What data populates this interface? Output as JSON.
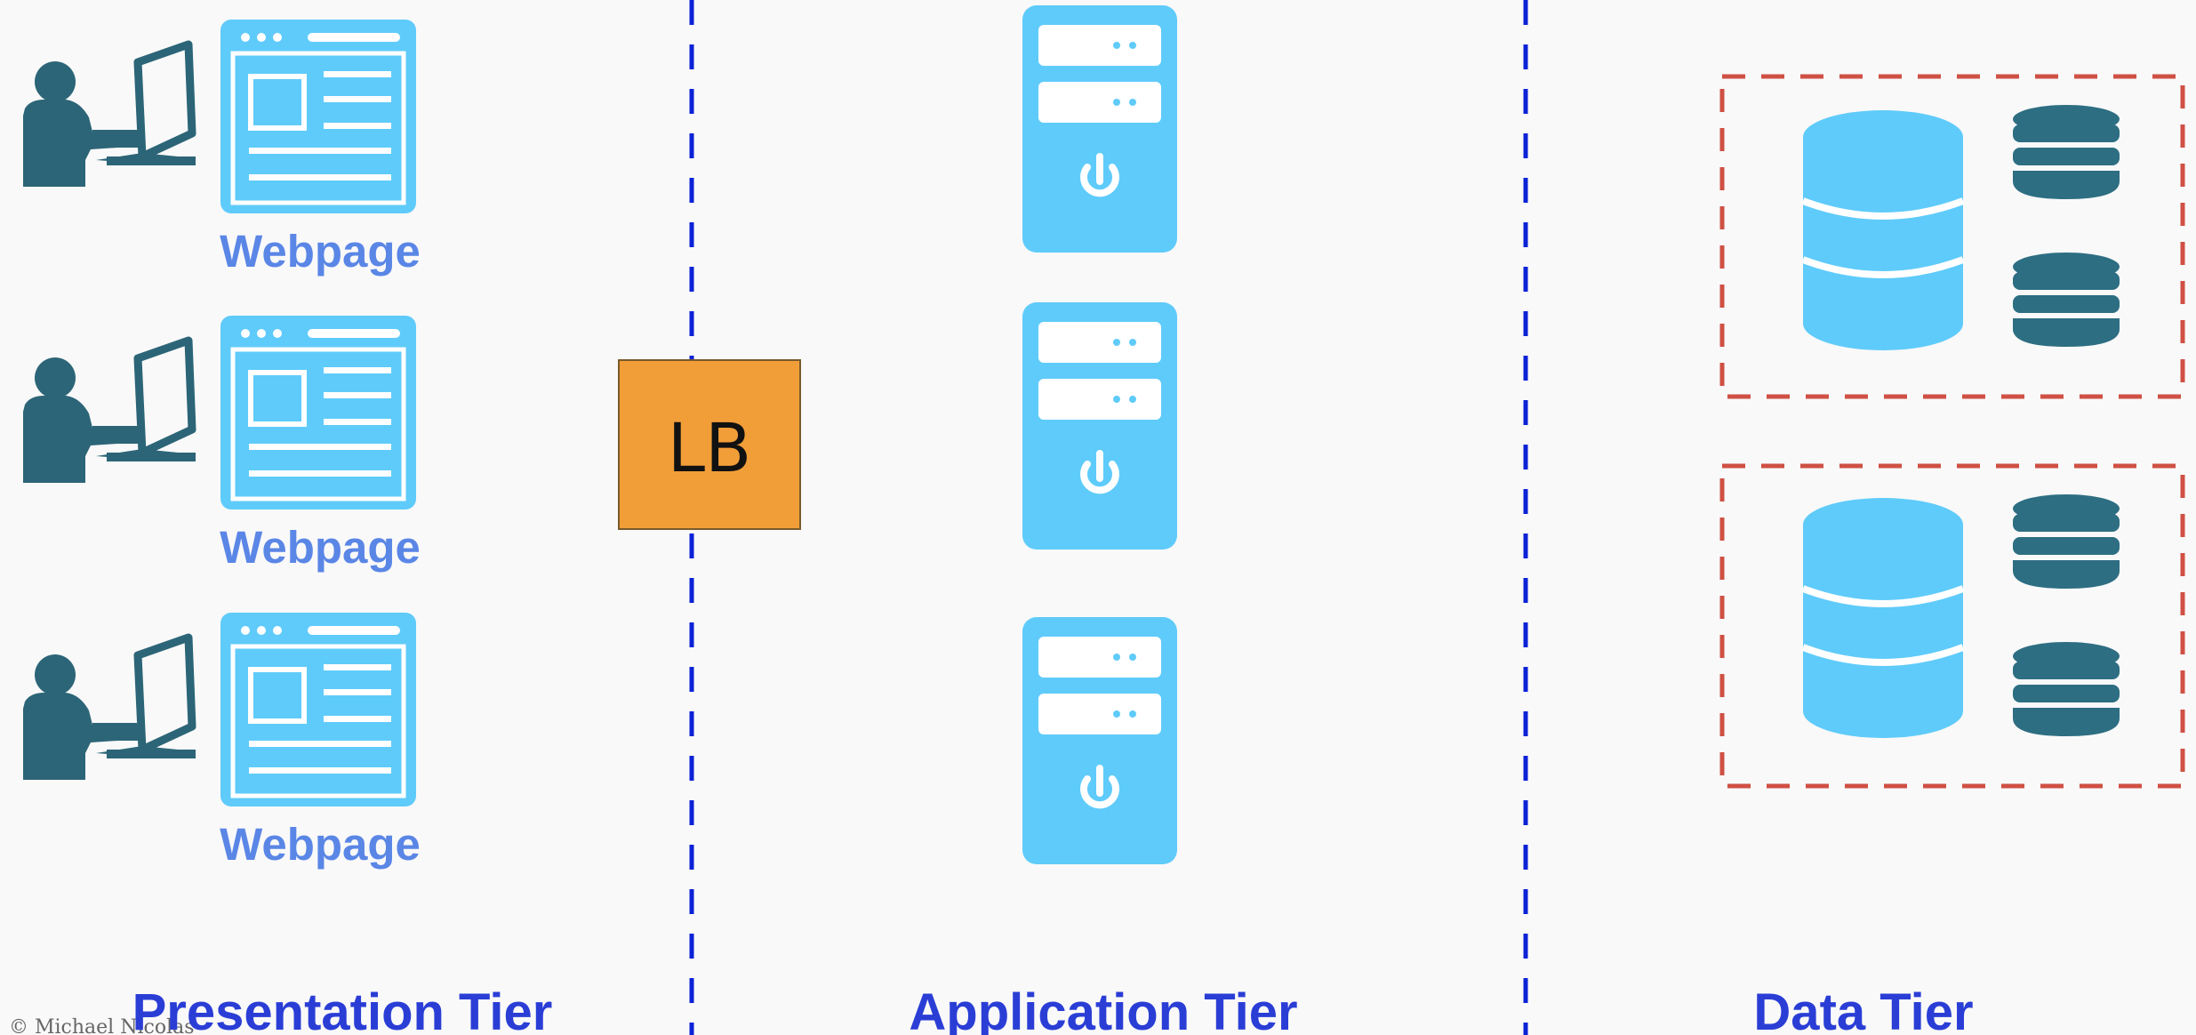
{
  "diagram": {
    "tiers": [
      {
        "id": "presentation",
        "label": "Presentation Tier"
      },
      {
        "id": "application",
        "label": "Application Tier"
      },
      {
        "id": "data",
        "label": "Data Tier"
      }
    ],
    "clients": [
      {
        "label": "Webpage"
      },
      {
        "label": "Webpage"
      },
      {
        "label": "Webpage"
      }
    ],
    "load_balancer": {
      "label": "LB"
    },
    "app_servers": 3,
    "database_clusters": [
      {
        "primary": 1,
        "replicas": 2
      },
      {
        "primary": 1,
        "replicas": 2
      }
    ],
    "copyright": "© Michael Nicolas",
    "colors": {
      "divider": "#0b22d6",
      "client_dark": "#2c6577",
      "light_blue": "#5fcbfa",
      "dark_db": "#2d6e82",
      "lb_fill": "#f29e38",
      "cluster_border": "#cf5044",
      "tier_text": "#2a3ed6",
      "webpage_text": "#5a86e6"
    }
  }
}
